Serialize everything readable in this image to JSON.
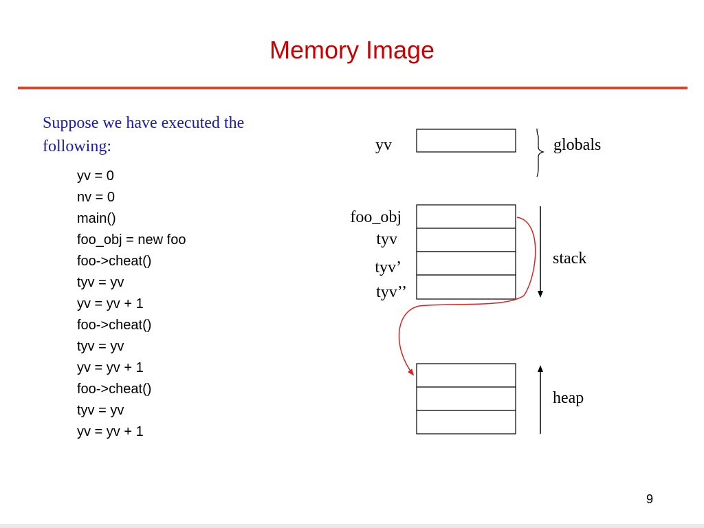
{
  "slide": {
    "title": "Memory Image",
    "intro": "Suppose we have executed the following:",
    "page_number": "9"
  },
  "code_lines": [
    "yv = 0",
    "nv = 0",
    "main()",
    "foo_obj = new foo",
    "foo->cheat()",
    "tyv = yv",
    "yv = yv + 1",
    "foo->cheat()",
    "tyv = yv",
    "yv = yv + 1",
    "foo->cheat()",
    "tyv = yv",
    "yv = yv + 1"
  ],
  "diagram": {
    "globals": {
      "cell_labels": [
        "yv"
      ],
      "region_label": "globals"
    },
    "stack": {
      "cell_labels": [
        "foo_obj",
        "tyv",
        "tyv’",
        "tyv’’"
      ],
      "region_label": "stack"
    },
    "heap": {
      "cell_count": 3,
      "region_label": "heap"
    },
    "colors": {
      "title": "#cc0000",
      "rule": "#d8432a",
      "intro_text": "#1a1ab8",
      "pointer_arrow": "#e02020"
    }
  }
}
